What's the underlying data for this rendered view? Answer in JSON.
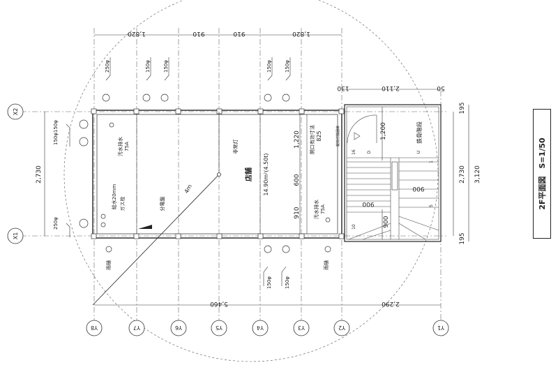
{
  "title": "2F平面図　S=1/50",
  "room": {
    "name": "店舗",
    "area": "14.90m²(4.50t)",
    "emergency_light": "非常灯",
    "radius": "4ｍ",
    "panel": "分電盤",
    "gas": "ガス栓",
    "water": "給水20mm",
    "sewage_left": "汚水排水",
    "sewage_left_size": "75A",
    "sewage_right": "汚水排水",
    "sewage_right_size": "75A",
    "opening": "開口有効寸法",
    "opening_dim": "825",
    "stair": "鉄骨階段",
    "downspout": "雨樋",
    "lock": "錠前付機器扉"
  },
  "grid_labels_y": [
    "Y8",
    "Y7",
    "Y6",
    "Y5",
    "Y4",
    "Y3",
    "Y2",
    "Y1"
  ],
  "grid_labels_x": [
    "X2",
    "X1"
  ],
  "dims": {
    "top": [
      "1,820",
      "910",
      "910",
      "1,820"
    ],
    "bottom_left": "5,460",
    "bottom_right": "2,290",
    "mid_top": [
      "130",
      "2,110",
      "50"
    ],
    "left_total": "2,730",
    "right_a": "2,730",
    "right_b": "3,120",
    "right_195_top": "195",
    "right_195_bot": "195",
    "room_v": [
      "910",
      "600",
      "1,220"
    ],
    "stair_dims": [
      "1,200",
      "900",
      "900",
      "900"
    ],
    "pipe_150": "150φ",
    "pipe_250": "250φ",
    "pipe_150_150": "150φ150φ",
    "stair_marks": [
      "16",
      "D",
      "U",
      "1",
      "5",
      "10"
    ]
  }
}
